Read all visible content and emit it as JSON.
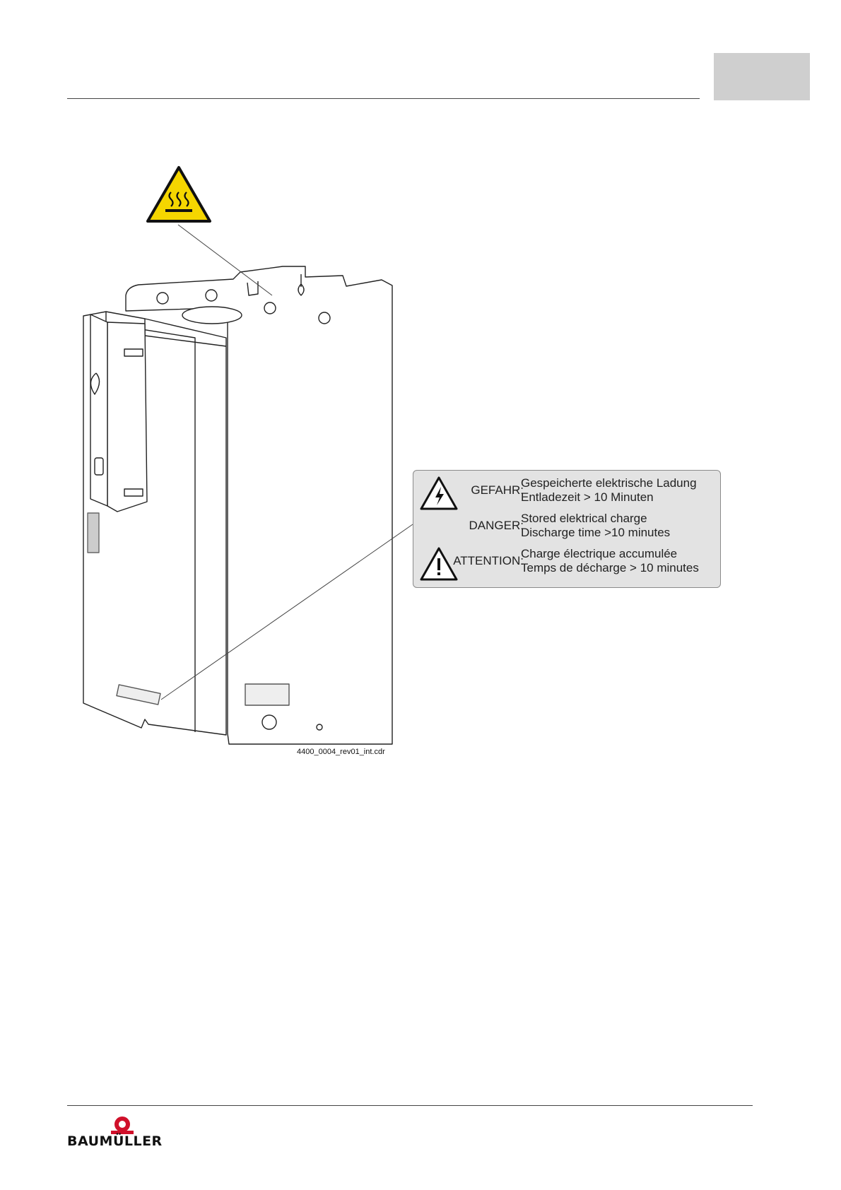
{
  "header": {},
  "figure": {
    "caption": "4400_0004_rev01_int.cdr",
    "hot_surface_icon": "hot-surface-warning-icon",
    "warning_label": {
      "rows": [
        {
          "icon": "electric-shock-warning-icon",
          "key": "GEFAHR:",
          "line1": "Gespeicherte elektrische Ladung",
          "line2": "Entladezeit > 10 Minuten"
        },
        {
          "icon": "",
          "key": "DANGER:",
          "line1": "Stored elektrical charge",
          "line2": "Discharge time >10 minutes"
        },
        {
          "icon": "exclamation-warning-icon",
          "key": "ATTENTION:",
          "line1": "Charge électrique accumulée",
          "line2": "Temps de décharge > 10 minutes"
        }
      ]
    }
  },
  "footer": {
    "logo_text": "BAUMÜLLER"
  },
  "colors": {
    "warning_yellow": "#f5d600",
    "tab_gray": "#cfcfcf",
    "label_gray": "#e3e3e3",
    "logo_red": "#d0102a"
  }
}
